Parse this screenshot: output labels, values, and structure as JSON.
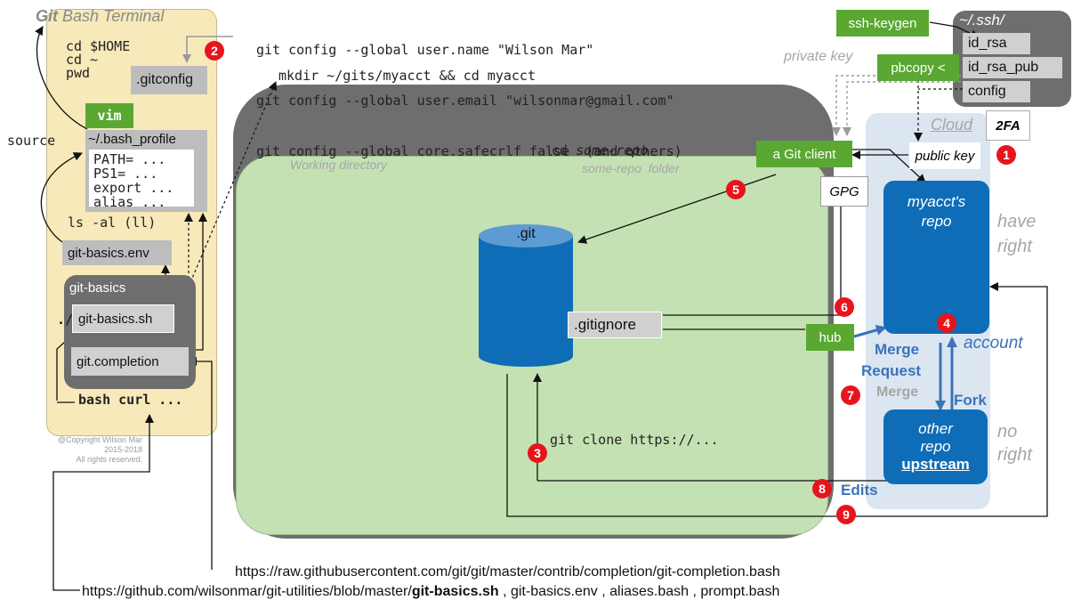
{
  "terminal": {
    "title_bold": "Git",
    "title_rest": " Bash Terminal",
    "cmd_home": "cd $HOME",
    "cmd_cd": "cd ~",
    "cmd_pwd": "pwd",
    "gitconfig": ".gitconfig",
    "vim": "vim",
    "bash_profile": "~/.bash_profile",
    "profile_lines": [
      "PATH= ...",
      "PS1= ...",
      "export ...",
      "alias ..."
    ],
    "ls": "ls -al (ll)",
    "source": "source",
    "env_file": "git-basics.env",
    "git_basics_title": "git-basics",
    "dot_slash": "./",
    "git_basics_sh": "git-basics.sh",
    "git_completion": "git.completion",
    "bash_curl": "bash curl ...",
    "copyright": "@Copyright Wilson Mar",
    "years": "2015-2018",
    "rights": "All rights reserved."
  },
  "config_cmds": [
    "git config --global user.name \"Wilson Mar\"",
    "git config --global user.email \"wilsonmar@gmail.com\"",
    "git config --global core.safecrlf false  (and others)"
  ],
  "mkdir_cmd": "mkdir ~/gits/myacct && cd myacct",
  "working": {
    "cd_prefix": "cd ",
    "cd_repo": "some-repo",
    "label": "Working directory",
    "folder": "some-repo  folder",
    "git_db": ".git",
    "gitignore": ".gitignore",
    "clone": "git clone https://..."
  },
  "ssh": {
    "keygen": "ssh-keygen",
    "folder": "~/.ssh/",
    "files": [
      "id_rsa",
      "id_rsa_pub",
      "config"
    ],
    "private_key": "private key",
    "pbcopy": "pbcopy <",
    "public_key": "public key",
    "git_client": "a Git client",
    "gpg": "GPG",
    "hub": "hub"
  },
  "cloud": {
    "label": "Cloud",
    "twofa": "2FA",
    "myacct_line1": "myacct's",
    "myacct_line2": "repo",
    "have": "have",
    "right": "right",
    "account": "account",
    "merge": "Merge",
    "request": "Request",
    "merge_gray": "Merge",
    "fork": "Fork",
    "other_line1": "other",
    "other_line2": "repo",
    "upstream": "upstream",
    "no": "no",
    "no_right": "right",
    "edits": "Edits"
  },
  "badges": [
    "1",
    "2",
    "3",
    "4",
    "5",
    "6",
    "7",
    "8",
    "9"
  ],
  "links": {
    "completion_url": "https://raw.githubusercontent.com/git/git/master/contrib/completion/git-completion.bash",
    "utilities_prefix": "https://github.com/wilsonmar/git-utilities/blob/master/",
    "utilities_bold": "git-basics.sh",
    "utilities_rest": " , git-basics.env  , aliases.bash , prompt.bash"
  }
}
